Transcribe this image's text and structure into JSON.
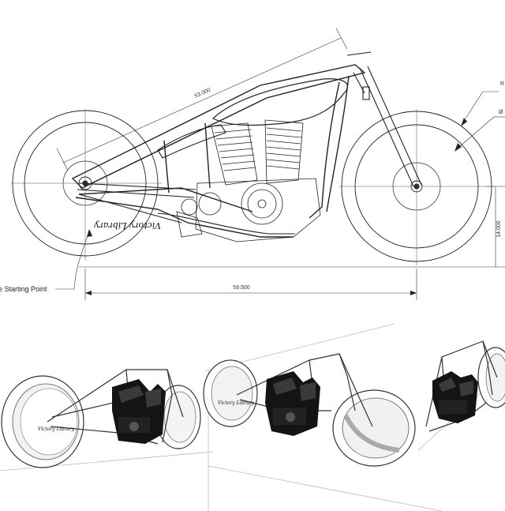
{
  "blueprint": {
    "dimensions": {
      "frame_length": "53.000",
      "wheelbase": "59.500",
      "height": "14.000",
      "callout_r": "R",
      "callout_diameter": "Ø"
    },
    "starting_point_label": "e Starting Point",
    "tank_script": "Victory Library"
  },
  "renders": {
    "left_script": "Victory Library",
    "middle_script": "Victory Library"
  }
}
